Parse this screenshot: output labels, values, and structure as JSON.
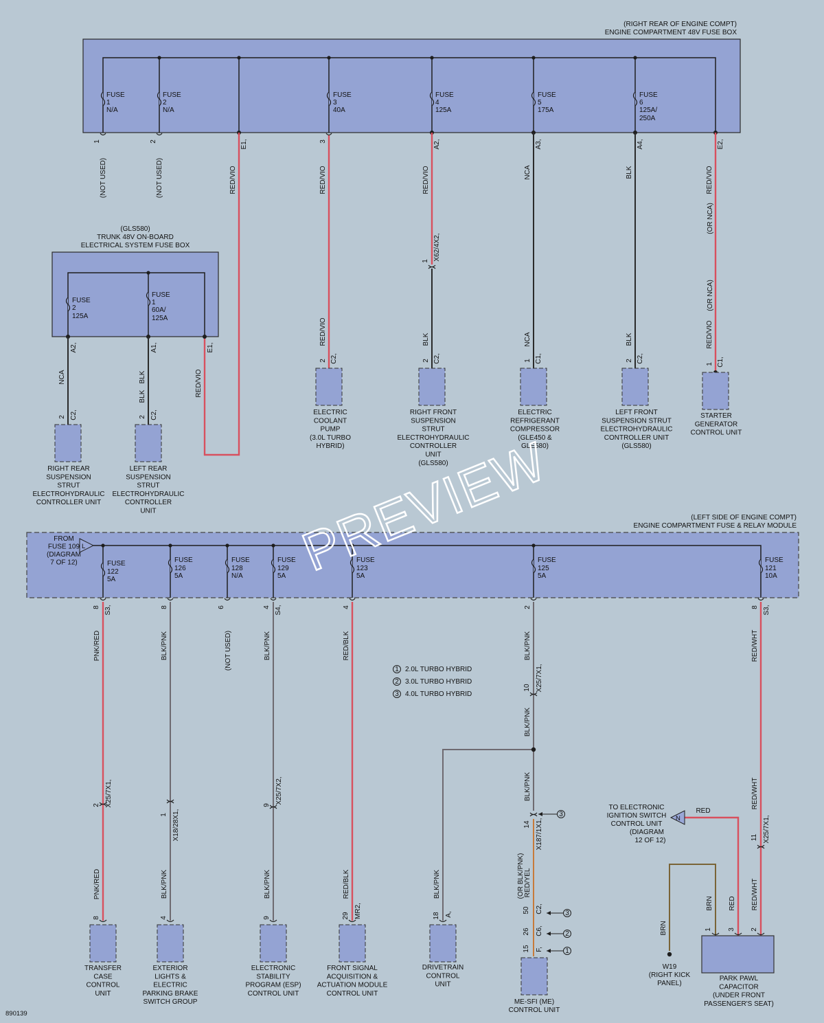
{
  "diagram_id": "890139",
  "watermark": "PREVIEW",
  "top_box": {
    "location": "(RIGHT REAR OF ENGINE COMPT)",
    "title": "ENGINE COMPARTMENT 48V FUSE BOX"
  },
  "fuse_word": "FUSE",
  "top_fuses": [
    {
      "n": "1",
      "rating": "N/A",
      "pin": "1",
      "wire": "(NOT USED)"
    },
    {
      "n": "2",
      "rating": "N/A",
      "pin": "2",
      "wire": "(NOT USED)"
    },
    {
      "pin": "E1,",
      "wire": "RED/VIO"
    },
    {
      "n": "3",
      "rating": "40A",
      "pin": "3",
      "wire": "RED/VIO"
    },
    {
      "n": "4",
      "rating": "125A",
      "pin": "A2,",
      "wire": "RED/VIO"
    },
    {
      "n": "5",
      "rating": "175A",
      "pin": "A3,",
      "wire": "NCA"
    },
    {
      "n": "6",
      "rating": "125A/",
      "rating2": "250A",
      "pin": "A4,",
      "wire": "BLK"
    },
    {
      "pin": "E2,",
      "wire": "RED/VIO"
    }
  ],
  "trunk_box": {
    "l1": "(GLS580)",
    "l2": "TRUNK 48V ON-BOARD",
    "l3": "ELECTRICAL SYSTEM FUSE BOX",
    "f2": {
      "n": "2",
      "rating": "125A",
      "pin": "A2,",
      "wire": "NCA"
    },
    "f1": {
      "n": "1",
      "rating": "60A/",
      "rating2": "125A",
      "pin": "A1,",
      "wire": "BLK",
      "wire2": "BLK"
    },
    "e1": {
      "pin": "E1,",
      "wire": "RED/VIO"
    }
  },
  "x62": {
    "pin": "1",
    "conn": "X62/4X2,"
  },
  "or_nca": "(OR NCA)",
  "upper_components": [
    {
      "wire": "RED/VIO",
      "pin": "2",
      "conn": "C2,",
      "l": [
        "ELECTRIC",
        "COOLANT",
        "PUMP",
        "(3.0L TURBO",
        "HYBRID)"
      ]
    },
    {
      "wire": "BLK",
      "pin": "2",
      "conn": "C2,",
      "l": [
        "RIGHT FRONT",
        "SUSPENSION",
        "STRUT",
        "ELECTROHYDRAULIC",
        "CONTROLLER",
        "UNIT",
        "(GLS580)"
      ]
    },
    {
      "wire": "NCA",
      "pin": "1",
      "conn": "C1,",
      "l": [
        "ELECTRIC",
        "REFRIGERANT",
        "COMPRESSOR",
        "(GLE450 &",
        "GLE580)"
      ]
    },
    {
      "wire": "BLK",
      "pin": "2",
      "conn": "C2,",
      "l": [
        "LEFT FRONT",
        "SUSPENSION STRUT",
        "ELECTROHYDRAULIC",
        "CONTROLLER UNIT",
        "(GLS580)"
      ]
    },
    {
      "wire": "RED/VIO",
      "pin": "1",
      "conn": "C1,",
      "l": [
        "STARTER",
        "GENERATOR",
        "CONTROL UNIT"
      ]
    }
  ],
  "trunk_components": [
    {
      "pin": "2",
      "conn": "C2,",
      "l": [
        "RIGHT REAR",
        "SUSPENSION",
        "STRUT",
        "ELECTROHYDRAULIC",
        "CONTROLLER UNIT"
      ]
    },
    {
      "pin": "2",
      "conn": "C2,",
      "l": [
        "LEFT REAR",
        "SUSPENSION",
        "STRUT",
        "ELECTROHYDRAULIC",
        "CONTROLLER",
        "UNIT"
      ]
    }
  ],
  "bottom_box": {
    "location": "(LEFT SIDE OF ENGINE COMPT)",
    "title": "ENGINE COMPARTMENT FUSE & RELAY MODULE",
    "from": [
      "FROM",
      "FUSE 109",
      "(DIAGRAM",
      "7 OF 12)"
    ],
    "from_tag": "L"
  },
  "bottom_fuses": [
    {
      "n": "122",
      "rating": "5A",
      "pin": "8",
      "conn": "S3,",
      "wire": "PNK/RED"
    },
    {
      "n": "126",
      "rating": "5A",
      "pin": "8",
      "wire": "BLK/PNK"
    },
    {
      "n": "128",
      "rating": "N/A",
      "pin": "6",
      "wire": "(NOT USED)"
    },
    {
      "n": "129",
      "rating": "5A",
      "pin": "4",
      "conn": "S4,",
      "wire": "BLK/PNK"
    },
    {
      "n": "123",
      "rating": "5A",
      "pin": "4",
      "wire": "RED/BLK"
    },
    {
      "n": "125",
      "rating": "5A",
      "pin": "2",
      "wire": "BLK/PNK"
    },
    {
      "n": "121",
      "rating": "10A",
      "pin": "8",
      "conn": "S3,",
      "wire": "RED/WHT"
    }
  ],
  "legend": [
    {
      "n": "1",
      "t": "2.0L TURBO HYBRID"
    },
    {
      "n": "2",
      "t": "3.0L TURBO HYBRID"
    },
    {
      "n": "3",
      "t": "4.0L TURBO HYBRID"
    }
  ],
  "mid_connectors": {
    "x25_7x1_a": {
      "pin": "2",
      "conn": "X25/7X1,",
      "wire": "PNK/RED"
    },
    "x18_28x1": {
      "pin": "1",
      "conn": "X18/28X1,",
      "wire": "BLK/PNK"
    },
    "x25_7x2": {
      "pin": "9",
      "conn": "X25/7X2,",
      "wire": "BLK/PNK"
    },
    "red_blk_lower": "RED/BLK",
    "x25_7x1_b": {
      "pin": "10",
      "conn": "X25/7X1,",
      "wire": "BLK/PNK"
    },
    "after_splice": "BLK/PNK",
    "x187_1x1": {
      "pin": "14",
      "conn": "X187/1X1,",
      "wire": "RED/YEL",
      "wire_alt": "(OR BLK/PNK)",
      "note": "3"
    },
    "branch_wire": "BLK/PNK",
    "x25_7x1_c": {
      "pin": "11",
      "conn": "X25/7X1,",
      "wire": "RED/WHT"
    }
  },
  "ignition": {
    "l": [
      "TO ELECTRONIC",
      "IGNITION SWITCH",
      "CONTROL UNIT",
      "(DIAGRAM",
      "12 OF 12)"
    ],
    "tag": "N",
    "wire": "RED"
  },
  "lower_components": [
    {
      "pin": "8",
      "l": [
        "TRANSFER",
        "CASE",
        "CONTROL",
        "UNIT"
      ]
    },
    {
      "pin": "4",
      "l": [
        "EXTERIOR",
        "LIGHTS &",
        "ELECTRIC",
        "PARKING BRAKE",
        "SWITCH GROUP"
      ]
    },
    {
      "pin": "9",
      "l": [
        "ELECTRONIC",
        "STABILITY",
        "PROGRAM (ESP)",
        "CONTROL UNIT"
      ]
    },
    {
      "pin": "29",
      "conn": "MR2,",
      "l": [
        "FRONT SIGNAL",
        "ACQUISITION &",
        "ACTUATION MODULE",
        "CONTROL UNIT"
      ]
    },
    {
      "pin": "18",
      "conn": "A,",
      "l": [
        "DRIVETRAIN",
        "CONTROL",
        "UNIT"
      ]
    },
    {
      "l": [
        "ME-SFI (ME)",
        "CONTROL UNIT"
      ],
      "pins": [
        {
          "pin": "50",
          "conn": "C2,",
          "note": "3"
        },
        {
          "pin": "26",
          "conn": "C6,",
          "note": "2"
        },
        {
          "pin": "15",
          "conn": "F,",
          "note": "1"
        }
      ]
    }
  ],
  "park_pawl": {
    "l": [
      "PARK PAWL",
      "CAPACITOR",
      "(UNDER FRONT",
      "PASSENGER'S SEAT)"
    ],
    "pins": [
      {
        "pin": "1",
        "wire": "BRN"
      },
      {
        "pin": "3",
        "wire": "RED"
      },
      {
        "pin": "2",
        "wire": "RED/WHT"
      }
    ]
  },
  "ground": {
    "wire": "BRN",
    "l": [
      "W19",
      "(RIGHT KICK",
      "PANEL)"
    ]
  }
}
